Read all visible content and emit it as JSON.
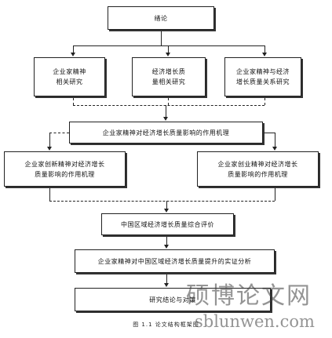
{
  "nodes": {
    "intro": "绪论",
    "review1": "企业家精神\n相关研究",
    "review2": "经济增长质\n量相关研究",
    "review3": "企业家精神与经济\n增长质量关系研究",
    "mechanism": "企业家精神对经济增长质量影响的作用机理",
    "innovation": "企业家创新精神对经济增长\n质量影响的作用机理",
    "startup": "企业家创业精神对经济增长\n质量影响的作用机理",
    "evaluation": "中国区域经济增长质量综合评价",
    "empirical": "企业家精神对中国区域经济增长质量提升的实证分析",
    "conclusion": "研究结论与对策"
  },
  "caption": "图 1.1 论文结构框架图",
  "watermark": {
    "cn": "硕博论文网",
    "url": "sblunwen.com"
  }
}
